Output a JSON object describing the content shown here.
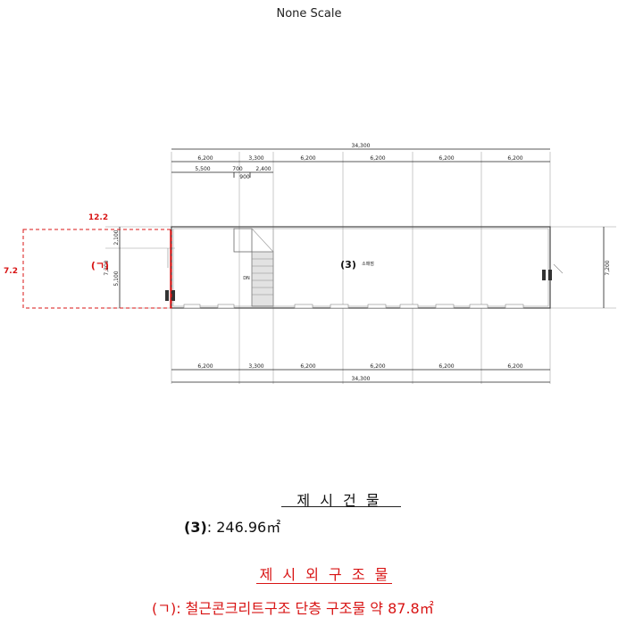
{
  "header": {
    "scale_note": "None Scale"
  },
  "plan": {
    "top_total": "34,300",
    "top_bays": [
      "6,200",
      "3,300",
      "6,200",
      "6,200",
      "6,200",
      "6,200"
    ],
    "top_sub": [
      "5,500",
      "700",
      "2,400"
    ],
    "top_sub_small": "900",
    "bottom_bays": [
      "6,200",
      "3,300",
      "6,200",
      "6,200",
      "6,200",
      "6,200"
    ],
    "bottom_total": "34,300",
    "left_dims": [
      "2,100",
      "7,200",
      "5,100"
    ],
    "right_dim": "7,200",
    "building_label": "(3)",
    "room_label": "소매점",
    "stair_label": "DN",
    "annex_label": "(ㄱ)",
    "annex_width": "12.2",
    "annex_height": "7.2"
  },
  "captions": {
    "subject_title": "제 시 건 물",
    "subject_label": "(3)",
    "subject_area": ": 246.96㎡",
    "exclusion_title": "제 시 외 구 조 물",
    "exclusion_line": "(ㄱ): 철근콘크리트구조 단층 구조물 약 87.8㎡"
  },
  "colors": {
    "ink": "#222222",
    "annex": "#d81414"
  }
}
